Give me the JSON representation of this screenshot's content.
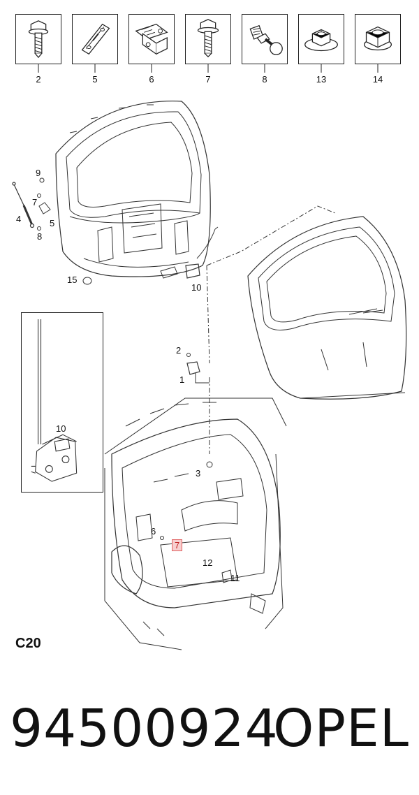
{
  "part_boxes": [
    {
      "number": "2",
      "icon": "flange-bolt-icon"
    },
    {
      "number": "5",
      "icon": "bracket-plate-icon"
    },
    {
      "number": "6",
      "icon": "hinge-plate-icon"
    },
    {
      "number": "7",
      "icon": "hex-bolt-icon"
    },
    {
      "number": "8",
      "icon": "ball-stud-icon"
    },
    {
      "number": "13",
      "icon": "flange-nut-icon"
    },
    {
      "number": "14",
      "icon": "hex-nut-icon"
    }
  ],
  "callouts": {
    "c9": "9",
    "c7a": "7",
    "c4": "4",
    "c5": "5",
    "c8": "8",
    "c15": "15",
    "c10a": "10",
    "c2": "2",
    "c1": "1",
    "c10b": "10",
    "c3": "3",
    "c6": "6",
    "c7b": "7",
    "c12": "12",
    "c11": "11"
  },
  "diagram_code": "C20",
  "footer": {
    "part_number": "94500924",
    "brand": "OPEL"
  }
}
